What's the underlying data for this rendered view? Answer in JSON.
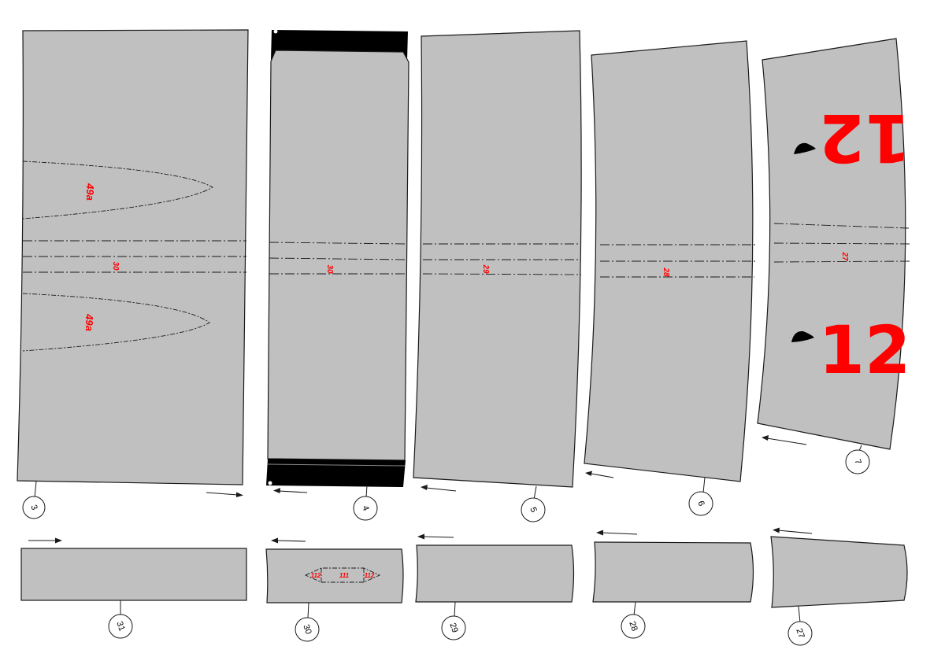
{
  "colors": {
    "panel_fill": "#c0c0c0",
    "outline": "#1a1a1a",
    "marking_red": "#ff0000",
    "tab_black": "#000000"
  },
  "top_row": {
    "piece_3": {
      "number": "3",
      "fold_label": "30",
      "cutout_upper": "49a",
      "cutout_lower": "49a"
    },
    "piece_4": {
      "number": "4",
      "fold_label": "30"
    },
    "piece_5": {
      "number": "5",
      "fold_label": "29"
    },
    "piece_6": {
      "number": "6",
      "fold_label": "28"
    },
    "piece_7": {
      "number": "7",
      "fold_label": "27",
      "hull_number_top": "12",
      "hull_number_bottom": "12"
    }
  },
  "bottom_row": {
    "piece_31": {
      "number": "31"
    },
    "piece_30": {
      "number": "30",
      "hatch_left": "112",
      "hatch_center": "111",
      "hatch_right": "112"
    },
    "piece_29": {
      "number": "29"
    },
    "piece_28": {
      "number": "28"
    },
    "piece_27": {
      "number": "27"
    }
  }
}
